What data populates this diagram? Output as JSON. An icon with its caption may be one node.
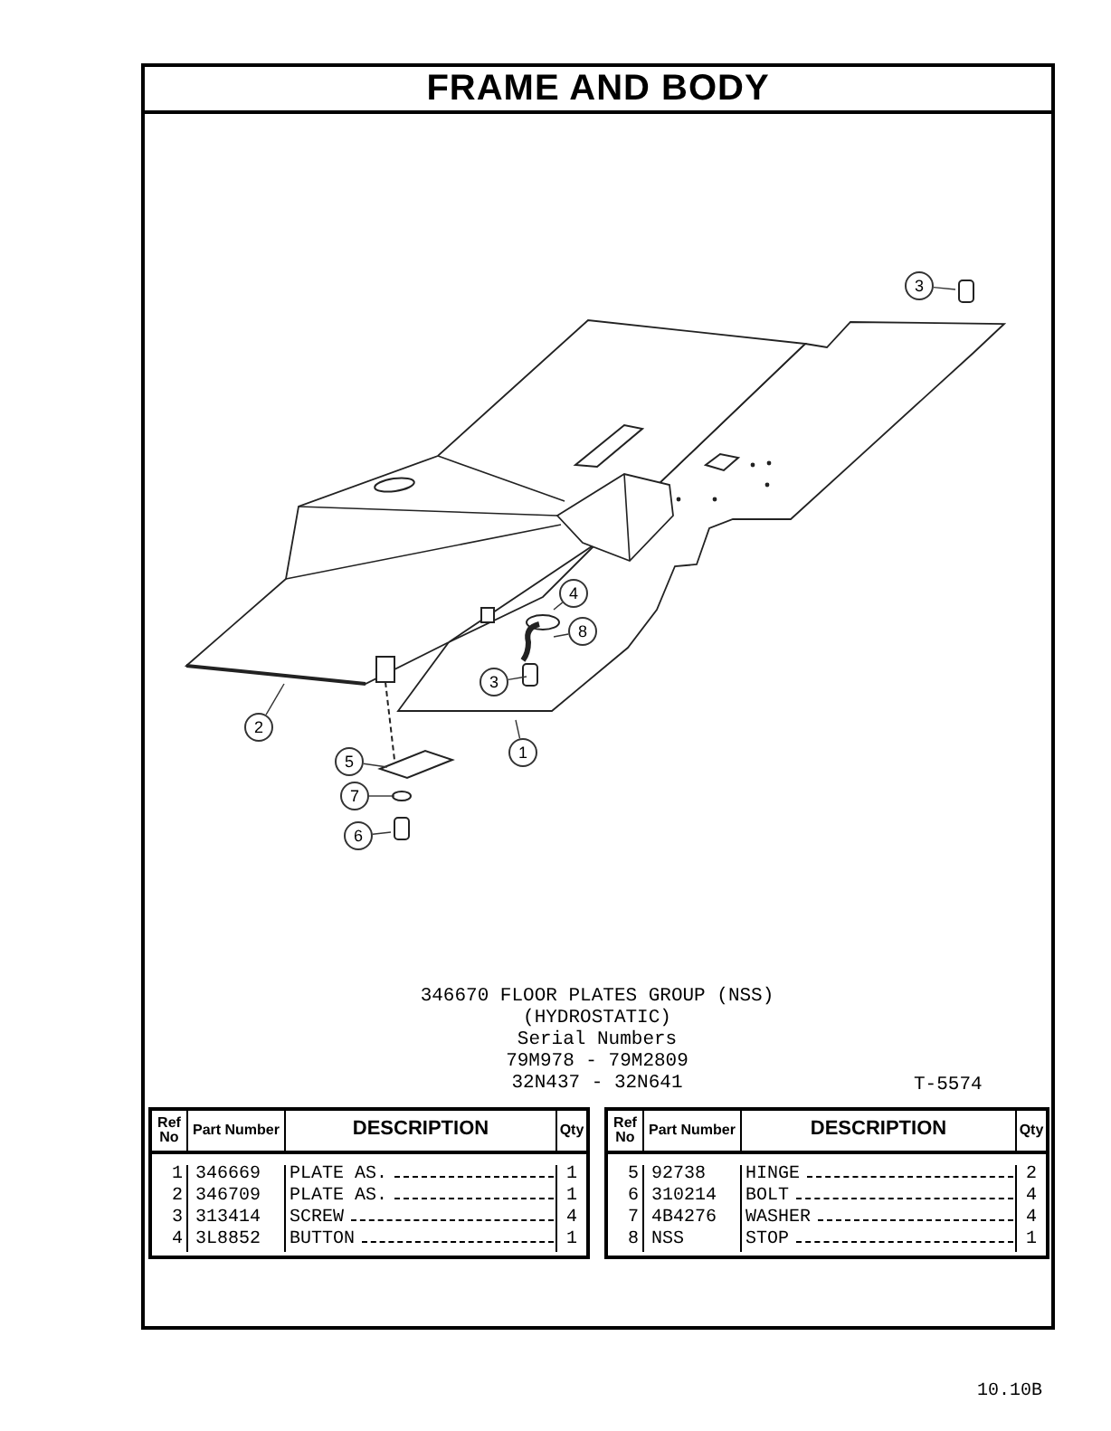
{
  "diagram": {
    "title": "FRAME AND BODY",
    "nodes": [
      {
        "text": [
          "3"
        ]
      },
      {
        "text": [
          "4"
        ]
      },
      {
        "text": [
          "8"
        ]
      },
      {
        "text": [
          "3"
        ]
      },
      {
        "text": [
          "2"
        ]
      },
      {
        "text": [
          "1"
        ]
      },
      {
        "text": [
          "5"
        ]
      },
      {
        "text": [
          "7"
        ]
      },
      {
        "text": [
          "6"
        ]
      }
    ],
    "edges": [
      {
        "from": 0,
        "to": null,
        "arrow": "none"
      },
      {
        "from": 1,
        "to": null,
        "arrow": "none"
      },
      {
        "from": 2,
        "to": null,
        "arrow": "none"
      },
      {
        "from": 3,
        "to": null,
        "arrow": "none"
      },
      {
        "from": 4,
        "to": null,
        "arrow": "none"
      },
      {
        "from": 5,
        "to": null,
        "arrow": "none"
      },
      {
        "from": 6,
        "to": null,
        "arrow": "none"
      },
      {
        "from": 7,
        "to": null,
        "arrow": "none"
      },
      {
        "from": 8,
        "to": null,
        "arrow": "none"
      }
    ],
    "labels": [
      "346670 FLOOR PLATES GROUP (NSS)",
      "(HYDROSTATIC)",
      "Serial Numbers",
      "79M978 - 79M2809",
      "32N437 - 32N641",
      "T-5574",
      "Ref No",
      "Part Number",
      "DESCRIPTION",
      "Qty",
      "1",
      "346669",
      "PLATE AS.",
      "1",
      "2",
      "346709",
      "PLATE AS.",
      "1",
      "3",
      "313414",
      "SCREW",
      "4",
      "4",
      "3L8852",
      "BUTTON",
      "1",
      "Ref No",
      "Part Number",
      "DESCRIPTION",
      "Qty",
      "5",
      "92738",
      "HINGE",
      "2",
      "6",
      "310214",
      "BOLT",
      "4",
      "7",
      "4B4276",
      "WASHER",
      "4",
      "8",
      "NSS",
      "STOP",
      "1",
      "10.10B"
    ]
  }
}
